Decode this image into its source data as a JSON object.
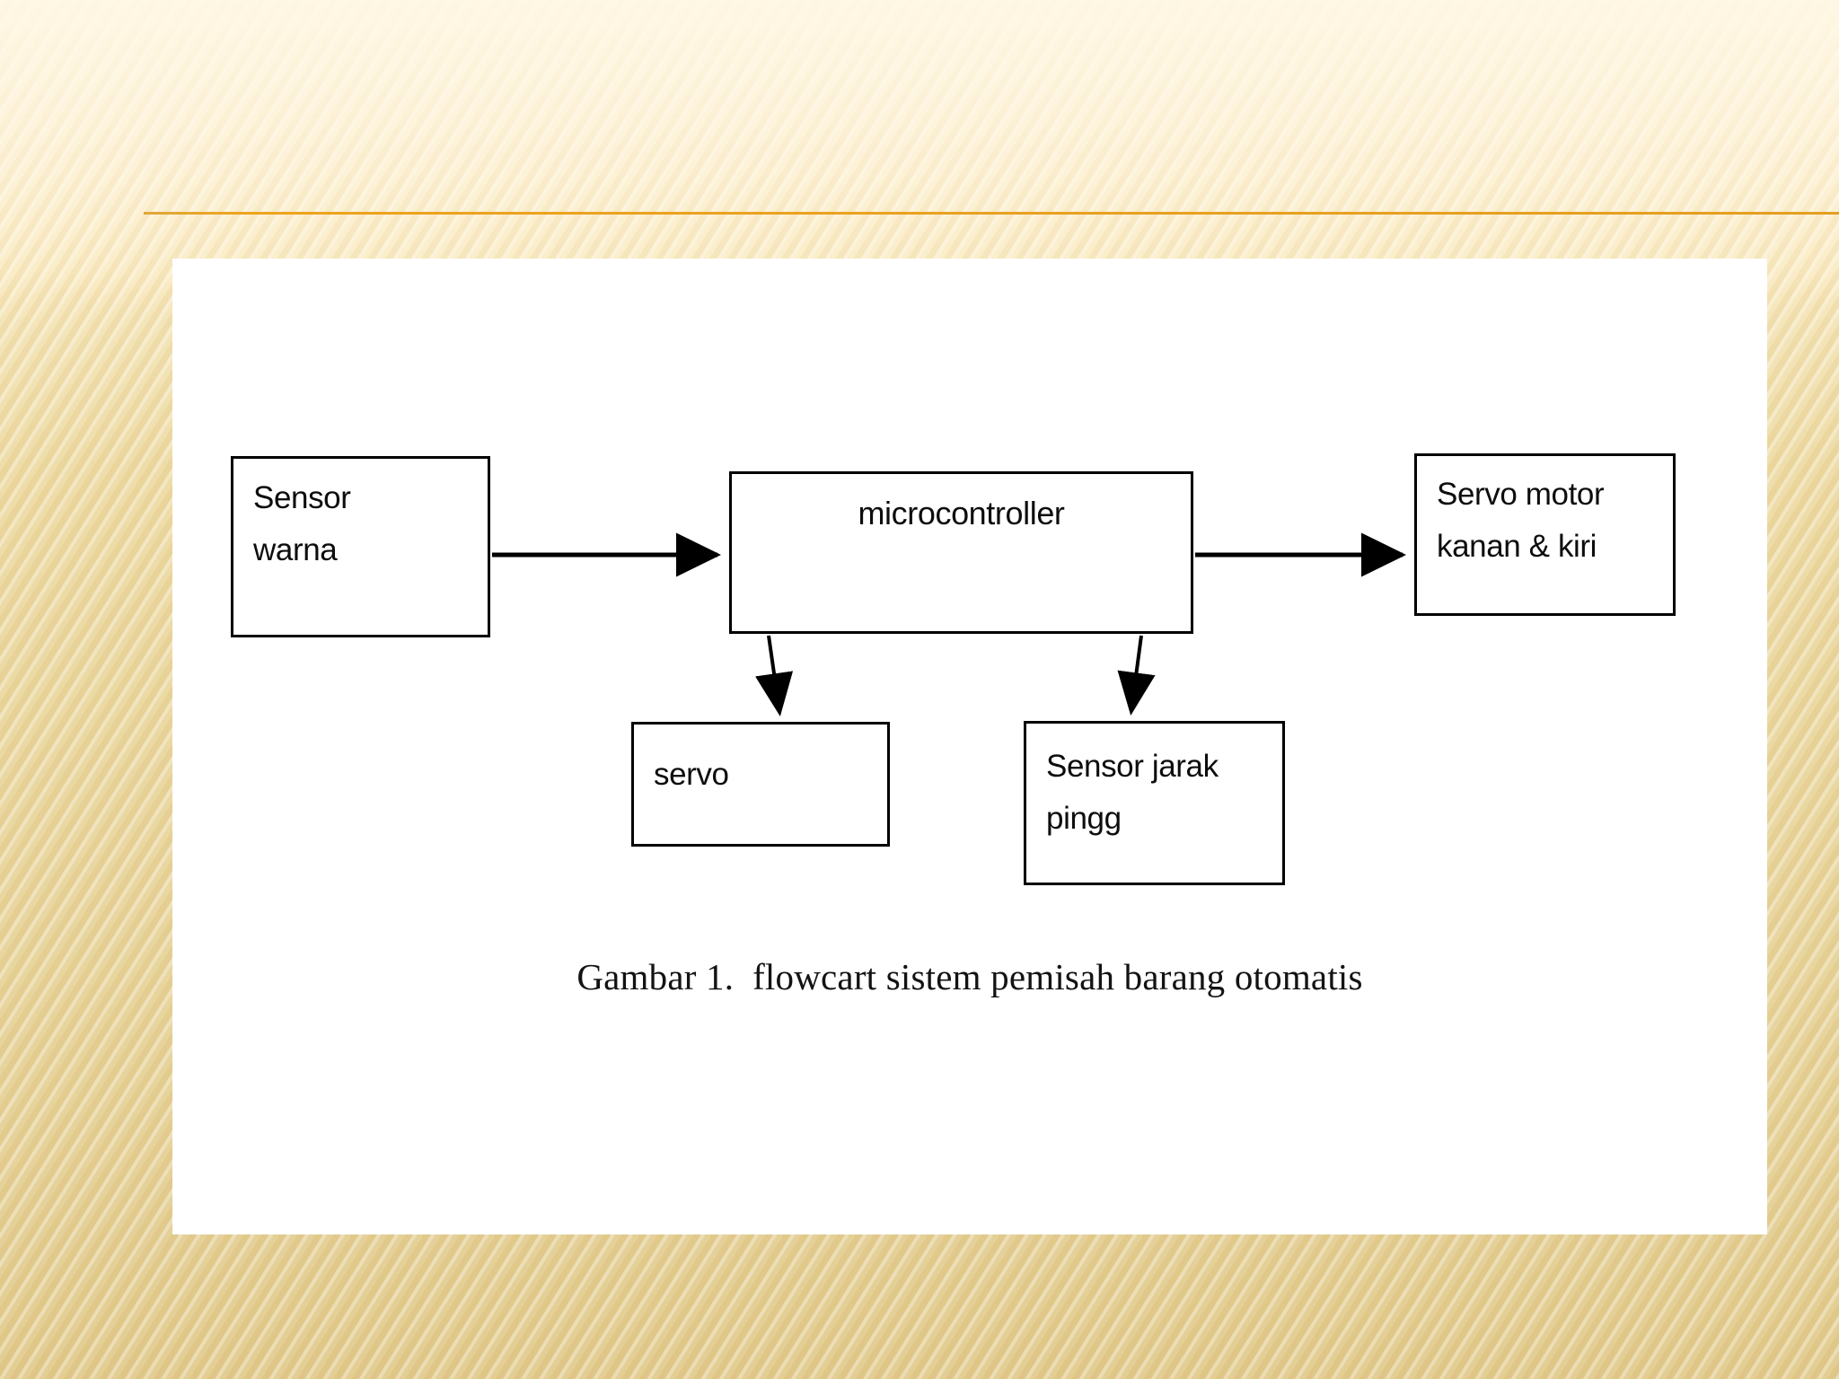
{
  "slide": {
    "background_top_color": "#fdf0d2",
    "background_bottom_color": "#e0c98a",
    "rule_color": "#e9a020",
    "panel_color": "#ffffff"
  },
  "diagram": {
    "title": "",
    "box_border_color": "#000000",
    "arrow_color": "#000000",
    "boxes": [
      {
        "id": "sensor-warna",
        "line1": "Sensor",
        "line2": "warna"
      },
      {
        "id": "microcontroller",
        "line1": "microcontroller",
        "line2": ""
      },
      {
        "id": "servo-motor",
        "line1": "Servo motor",
        "line2": "kanan & kiri"
      },
      {
        "id": "servo",
        "line1": "servo",
        "line2": ""
      },
      {
        "id": "sensor-jarak",
        "line1": "Sensor jarak",
        "line2": "pingg"
      }
    ],
    "connections": [
      {
        "from": "sensor-warna",
        "to": "microcontroller",
        "direction": "right"
      },
      {
        "from": "microcontroller",
        "to": "servo-motor",
        "direction": "right"
      },
      {
        "from": "microcontroller",
        "to": "servo",
        "direction": "down"
      },
      {
        "from": "microcontroller",
        "to": "sensor-jarak",
        "direction": "down"
      }
    ],
    "caption": "Gambar 1.  flowcart sistem pemisah barang otomatis"
  }
}
